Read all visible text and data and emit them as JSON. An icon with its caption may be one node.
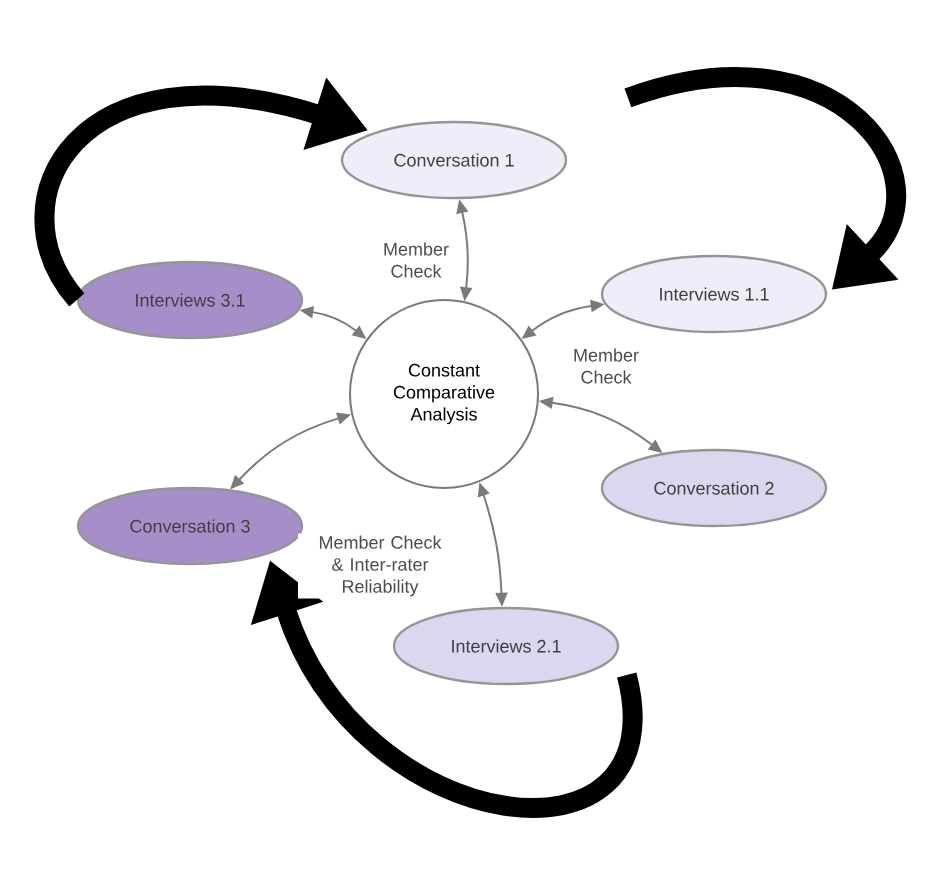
{
  "diagram": {
    "nodes": [
      {
        "text": [
          "Constant Comparative Analysis"
        ]
      },
      {
        "text": [
          "Conversation 1"
        ]
      },
      {
        "text": [
          "Interviews 1.1"
        ]
      },
      {
        "text": [
          "Conversation 2"
        ]
      },
      {
        "text": [
          "Interviews 2.1"
        ]
      },
      {
        "text": [
          "Conversation 3"
        ]
      },
      {
        "text": [
          "Interviews 3.1"
        ]
      }
    ],
    "edges": [
      {
        "from": 0,
        "to": 1,
        "arrow": "both",
        "label": "Member Check"
      },
      {
        "from": 0,
        "to": 2,
        "arrow": "both"
      },
      {
        "from": 0,
        "to": 3,
        "arrow": "both",
        "label": "Member Check"
      },
      {
        "from": 0,
        "to": 4,
        "arrow": "both",
        "label": "Member Check & Inter-rater Reliability"
      },
      {
        "from": 0,
        "to": 5,
        "arrow": "both"
      },
      {
        "from": 0,
        "to": 6,
        "arrow": "both"
      },
      {
        "from": 6,
        "to": 1,
        "arrow": "to",
        "style": "thick",
        "color": "#000000"
      },
      {
        "from": 1,
        "to": 2,
        "arrow": "to",
        "style": "thick",
        "color": "#000000"
      },
      {
        "from": 4,
        "to": 5,
        "arrow": "to",
        "style": "thick",
        "color": "#000000"
      }
    ]
  }
}
